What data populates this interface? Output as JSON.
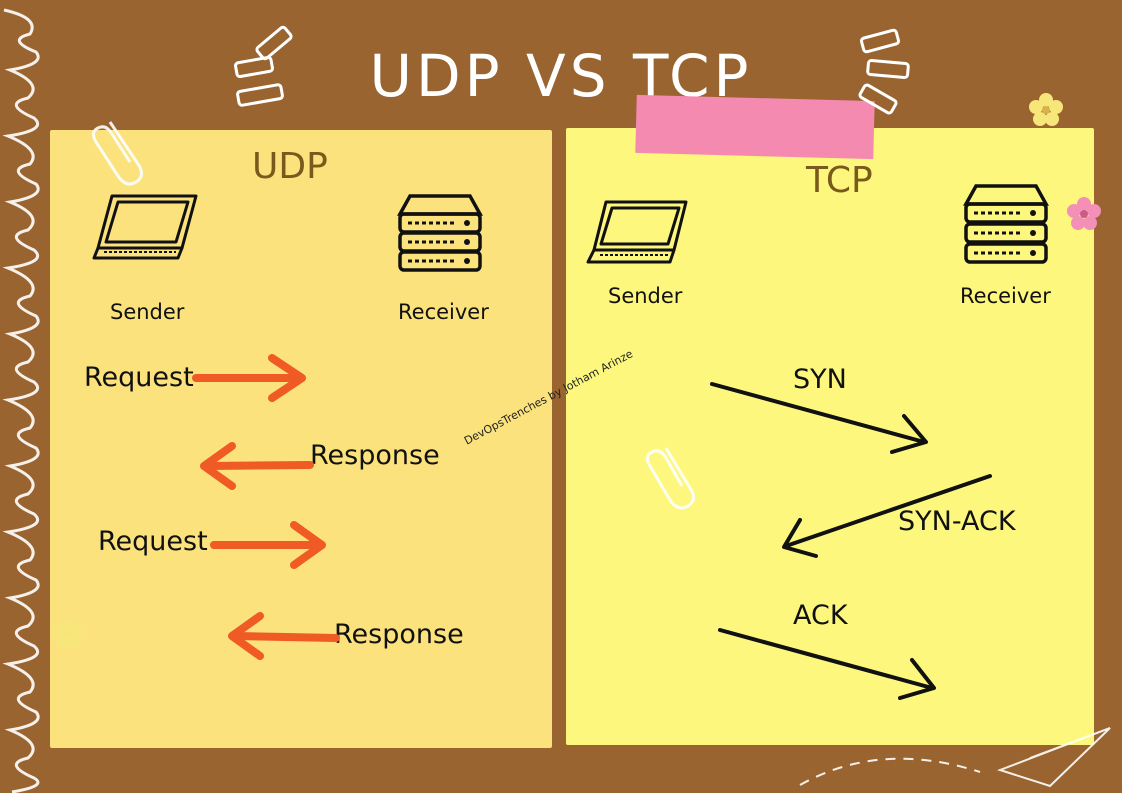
{
  "title": "UDP VS TCP",
  "udp": {
    "heading": "UDP",
    "sender": "Sender",
    "receiver": "Receiver",
    "messages": [
      "Request",
      "Response",
      "Request",
      "Response"
    ]
  },
  "tcp": {
    "heading": "TCP",
    "sender": "Sender",
    "receiver": "Receiver",
    "messages": [
      "SYN",
      "SYN-ACK",
      "ACK"
    ]
  },
  "watermark": "DevOpsTrenches by Jotham Arinze",
  "colors": {
    "background": "#9a6431",
    "udp_card": "#fbe27d",
    "tcp_card": "#fdf87d",
    "tape": "#f58ab1",
    "udp_arrow": "#ef5a25",
    "tcp_arrow": "#111111",
    "flower_yellow": "#f7e77a",
    "flower_pink": "#f48fb8"
  },
  "icons": [
    "laptop-icon",
    "server-icon",
    "paperclip-icon",
    "flower-icon",
    "paper-plane-icon"
  ]
}
